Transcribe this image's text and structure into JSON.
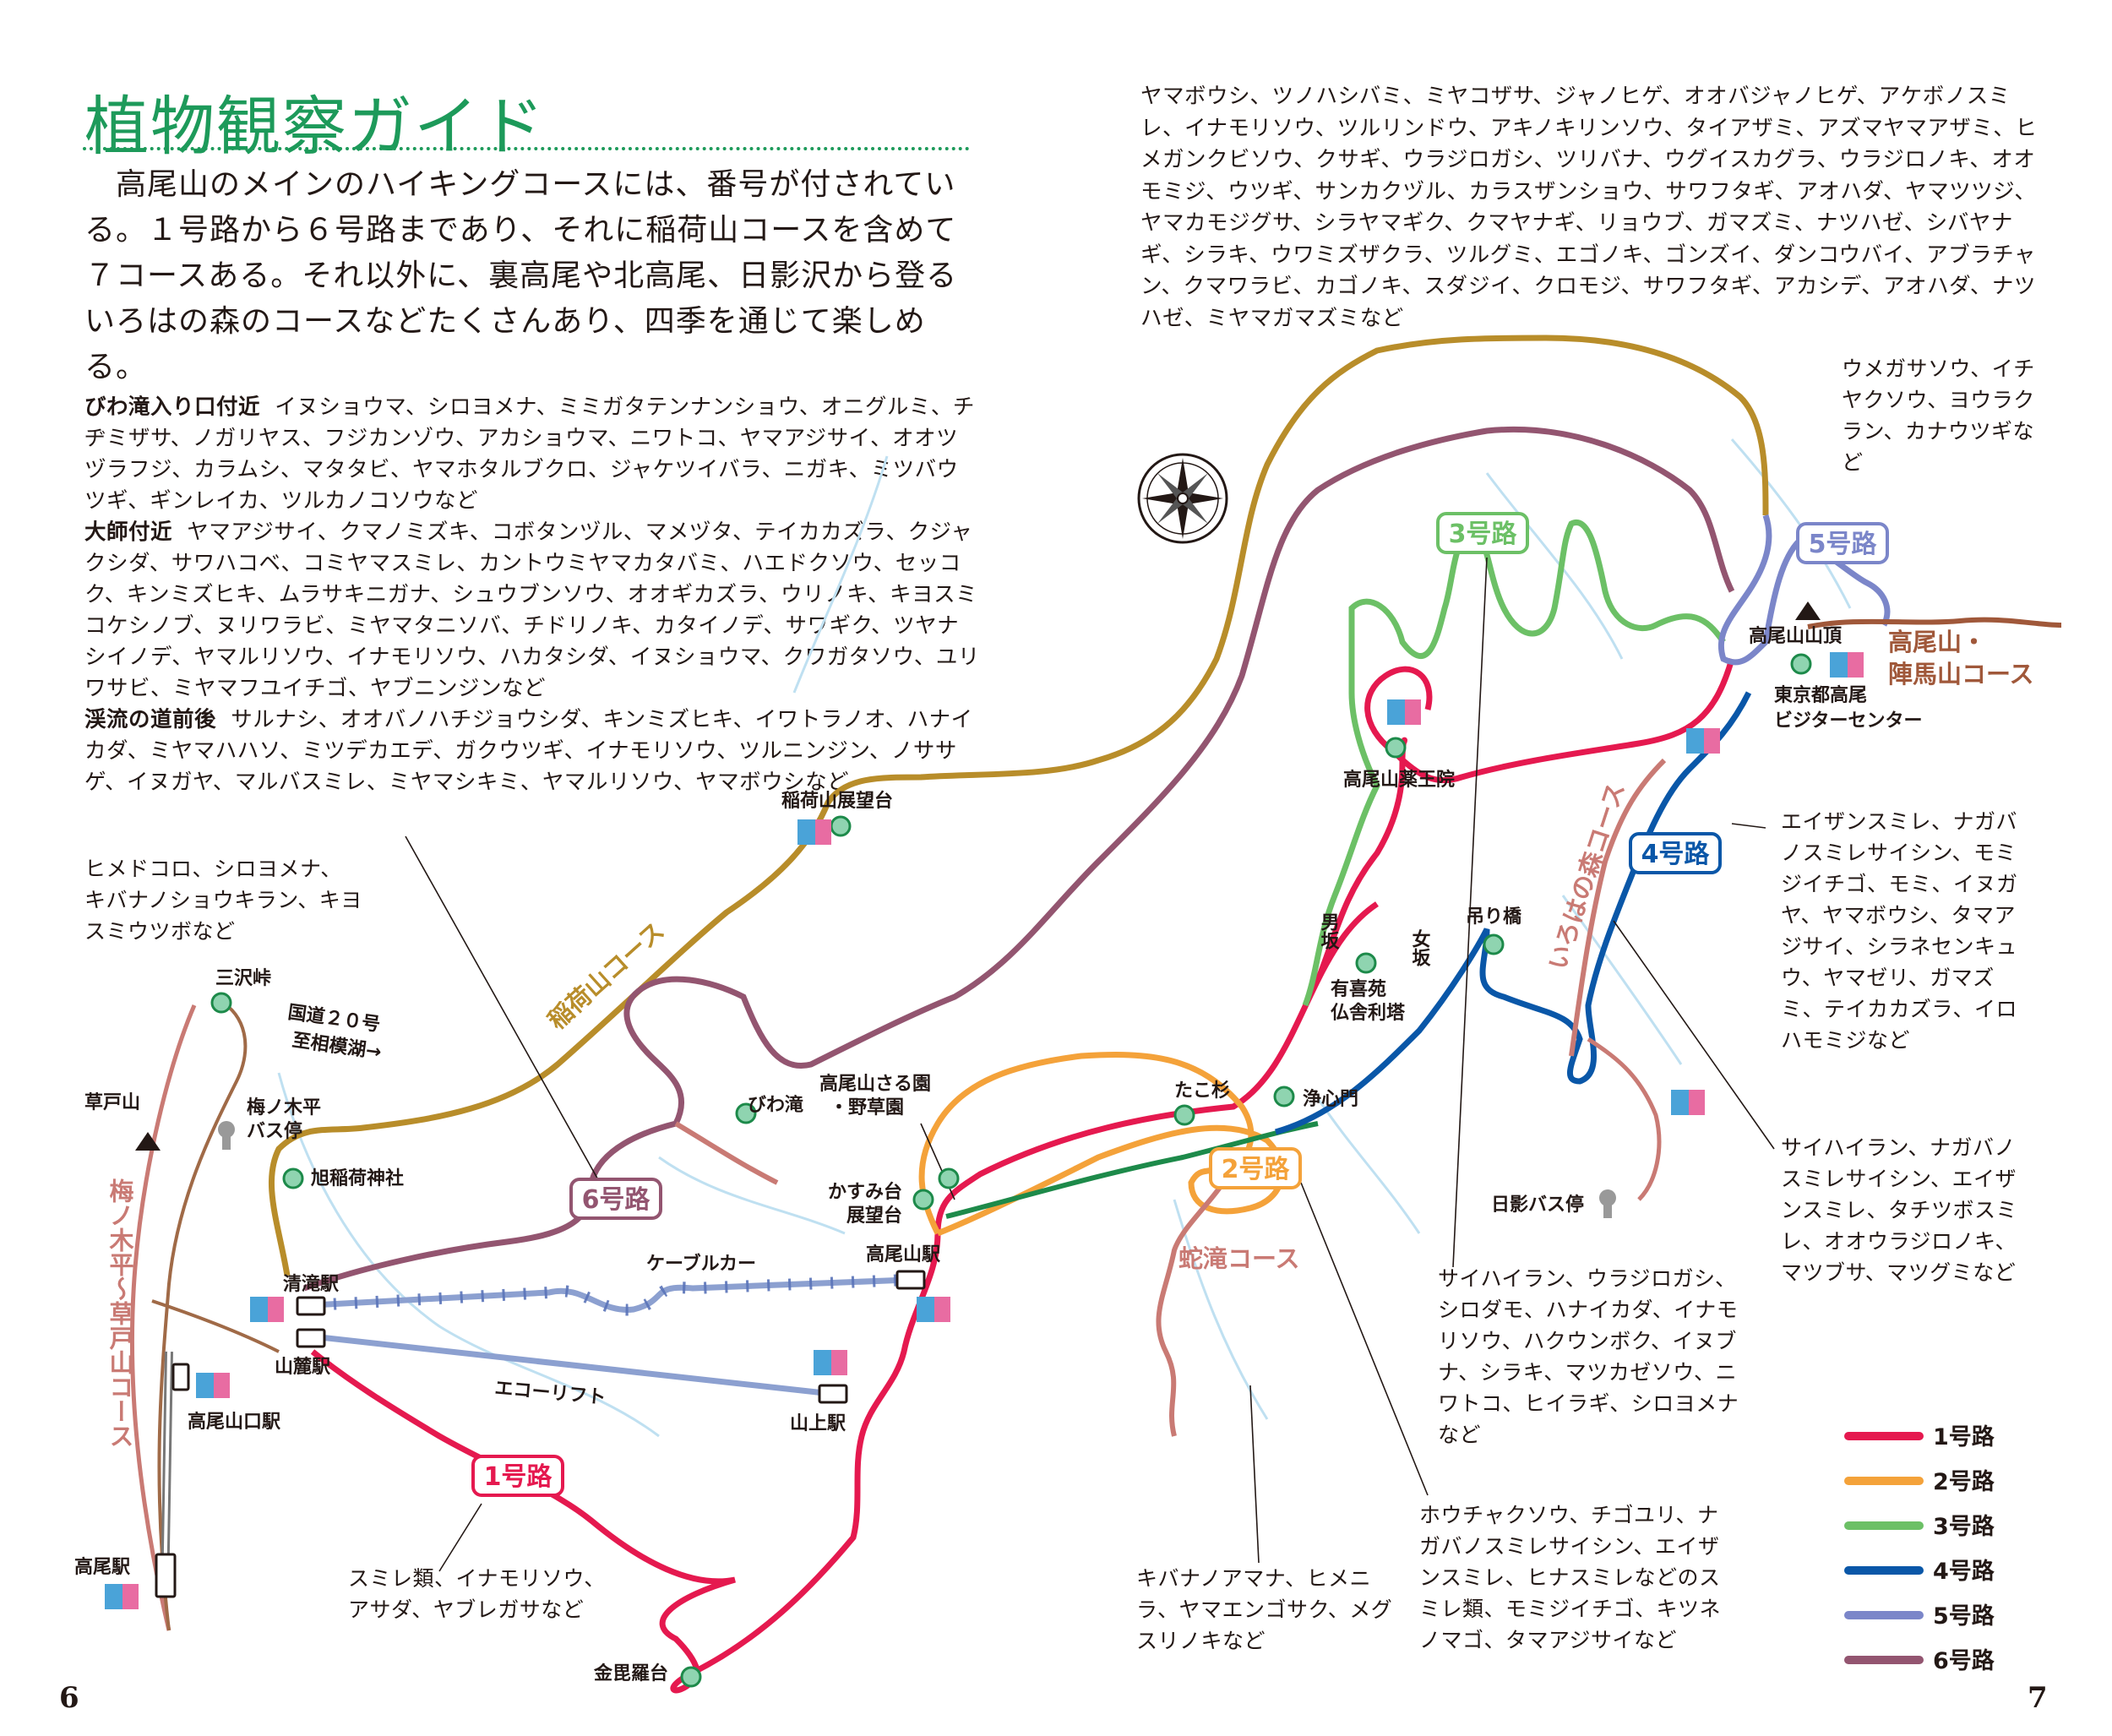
{
  "header": {
    "title": "植物観察ガイド",
    "intro": "　高尾山のメインのハイキングコースには、番号が付されている。１号路から６号路まであり、それに稲荷山コースを含めて７コースある。それ以外に、裏高尾や北高尾、日影沢から登るいろはの森のコースなどたくさんあり、四季を通じて楽しめる。"
  },
  "plant_sections": [
    {
      "heading": "びわ滝入り口付近",
      "text": "イヌショウマ、シロヨメナ、ミミガタテンナンショウ、オニグルミ、チヂミザサ、ノガリヤス、フジカンゾウ、アカショウマ、ニワトコ、ヤマアジサイ、オオツヅラフジ、カラムシ、マタタビ、ヤマホタルブクロ、ジャケツイバラ、ニガキ、ミツバウツギ、ギンレイカ、ツルカノコソウなど"
    },
    {
      "heading": "大師付近",
      "text": "ヤマアジサイ、クマノミズキ、コボタンヅル、マメヅタ、テイカカズラ、クジャクシダ、サワハコベ、コミヤマスミレ、カントウミヤマカタバミ、ハエドクソウ、セッコク、キンミズヒキ、ムラサキニガナ、シュウブンソウ、オオギカズラ、ウリノキ、キヨスミコケシノブ、ヌリワラビ、ミヤマタニソバ、チドリノキ、カタイノデ、サワギク、ツヤナシイノデ、ヤマルリソウ、イナモリソウ、ハカタシダ、イヌショウマ、クワガタソウ、ユリワサビ、ミヤマフユイチゴ、ヤブニンジンなど"
    },
    {
      "heading": "渓流の道前後",
      "text": "サルナシ、オオバノハチジョウシダ、キンミズヒキ、イワトラノオ、ハナイカダ、ミヤマハハソ、ミツデカエデ、ガクウツギ、イナモリソウ、ツルニンジン、ノササゲ、イヌガヤ、マルバスミレ、ミヤマシキミ、ヤマルリソウ、ヤマボウシなど"
    }
  ],
  "top_plants": "ヤマボウシ、ツノハシバミ、ミヤコザサ、ジャノヒゲ、オオバジャノヒゲ、アケボノスミレ、イナモリソウ、ツルリンドウ、アキノキリンソウ、タイアザミ、アズマヤマアザミ、ヒメガンクビソウ、クサギ、ウラジロガシ、ツリバナ、ウグイスカグラ、ウラジロノキ、オオモミジ、ウツギ、サンカクヅル、カラスザンショウ、サワフタギ、アオハダ、ヤマツツジ、ヤマカモジグサ、シラヤマギク、クマヤナギ、リョウブ、ガマズミ、ナツハゼ、シバヤナギ、シラキ、ウワミズザクラ、ツルグミ、エゴノキ、ゴンズイ、ダンコウバイ、アブラチャン、クマワラビ、カゴノキ、スダジイ、クロモジ、サワフタギ、アカシデ、アオハダ、ナツハゼ、ミヤマガマズミなど",
  "plant_notes": {
    "misawa": "ヒメドコロ、シロヨメナ、キバナノショウキラン、キヨスミウツボなど",
    "route5": "ウメガサソウ、イチヤクソウ、ヨウラクラン、カナウツギなど",
    "route4": "エイザンスミレ、ナガバノスミレサイシン、モミジイチゴ、モミ、イヌガヤ、ヤマボウシ、タマアジサイ、シラネセンキュウ、ヤマゼリ、ガマズミ、テイカカズラ、イロハモミジなど",
    "iroha": "サイハイラン、ナガバノスミレサイシン、エイザンスミレ、タチツボスミレ、オオウラジロノキ、マツブサ、マツグミなど",
    "route3": "サイハイラン、ウラジロガシ、シロダモ、ハナイカダ、イナモリソウ、ハクウンボク、イヌブナ、シラキ、マツカゼソウ、ニワトコ、ヒイラギ、シロヨメナなど",
    "route2": "ホウチャクソウ、チゴユリ、ナガバノスミレサイシン、エイザンスミレ、ヒナスミレなどのスミレ類、モミジイチゴ、キツネノマゴ、タマアジサイなど",
    "jataki": "キバナノアマナ、ヒメニラ、ヤマエンゴサク、メグスリノキなど",
    "route1": "スミレ類、イナモリソウ、アサダ、ヤブレガサなど"
  },
  "places": {
    "misawa": "三沢峠",
    "kokudo": "国道２０号",
    "sagamiko": "至相模湖→",
    "kusatoyama": "草戸山",
    "umenoki_bus": "梅ノ木平\nバス停",
    "asahi": "旭稲荷神社",
    "inari_tenbo": "稲荷山展望台",
    "biwataki": "びわ滝",
    "sarun": "高尾山さる園\n・野草園",
    "kasumi": "かすみ台\n展望台",
    "kiyotaki": "清滝駅",
    "sanroku": "山麓駅",
    "takaosanguchi": "高尾山口駅",
    "takao": "高尾駅",
    "takaosan_eki": "高尾山駅",
    "sanjo": "山上駅",
    "kinpira": "金毘羅台",
    "cable": "ケーブルカー",
    "eco": "エコーリフト",
    "takosugi": "たこ杉",
    "joshinmon": "浄心門",
    "yakuoin": "高尾山薬王院",
    "otokozaka": "男坂",
    "onnazaka": "女坂",
    "ukien": "有喜苑\n仏舎利塔",
    "tsuribashi": "吊り橋",
    "hikage_bus": "日影バス停",
    "sancho": "高尾山山頂",
    "visitor": "東京都高尾\nビジターセンター"
  },
  "courses": {
    "inariyama": "稲荷山コース",
    "iroha": "いろはの森コース",
    "jataki": "蛇滝コース",
    "umenoki": "梅ノ木平〜草戸山コース",
    "jinba": "高尾山・\n陣馬山コース"
  },
  "route_labels": [
    "1号路",
    "2号路",
    "3号路",
    "4号路",
    "5号路",
    "6号路"
  ],
  "legend": [
    {
      "label": "1号路",
      "color": "#e5194f"
    },
    {
      "label": "2号路",
      "color": "#f4a23a"
    },
    {
      "label": "3号路",
      "color": "#6cc066"
    },
    {
      "label": "4号路",
      "color": "#0a57a8"
    },
    {
      "label": "5号路",
      "color": "#7b86c9"
    },
    {
      "label": "6号路",
      "color": "#935570"
    }
  ],
  "page_numbers": {
    "left": "6",
    "right": "7"
  }
}
